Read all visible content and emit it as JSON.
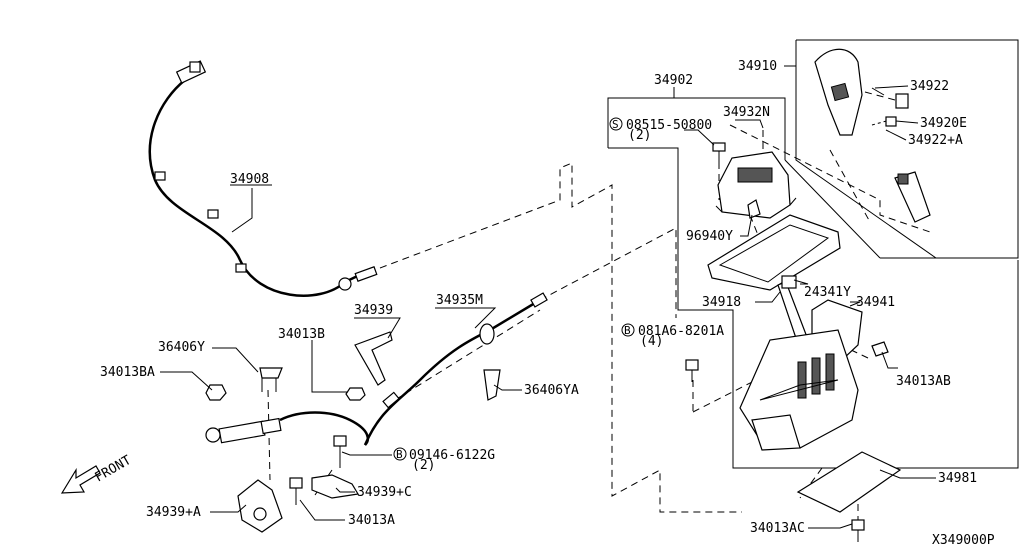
{
  "diagram_code": "X349000P",
  "front_label": "FRONT",
  "parts": {
    "p34908": "34908",
    "p34939": "34939",
    "p34935M": "34935M",
    "p34013B": "34013B",
    "p36406Y": "36406Y",
    "p34013BA": "34013BA",
    "p36406YA": "36406YA",
    "p09146_num": "09146-6122G",
    "p09146_circle": "B",
    "p09146_qty": "(2)",
    "p34939C": "34939+C",
    "p34939A": "34939+A",
    "p34013A": "34013A",
    "p34902": "34902",
    "p08515_circle": "S",
    "p08515_num": "08515-50800",
    "p08515_qty": "(2)",
    "p34932N": "34932N",
    "p96940Y": "96940Y",
    "p34918": "34918",
    "p24341Y": "24341Y",
    "p34941": "34941",
    "p081A6_circle": "B",
    "p081A6_num": "081A6-8201A",
    "p081A6_qty": "(4)",
    "p34013AB": "34013AB",
    "p34981": "34981",
    "p34013AC": "34013AC",
    "p34910": "34910",
    "p34922": "34922",
    "p34920E": "34920E",
    "p34922A": "34922+A"
  }
}
